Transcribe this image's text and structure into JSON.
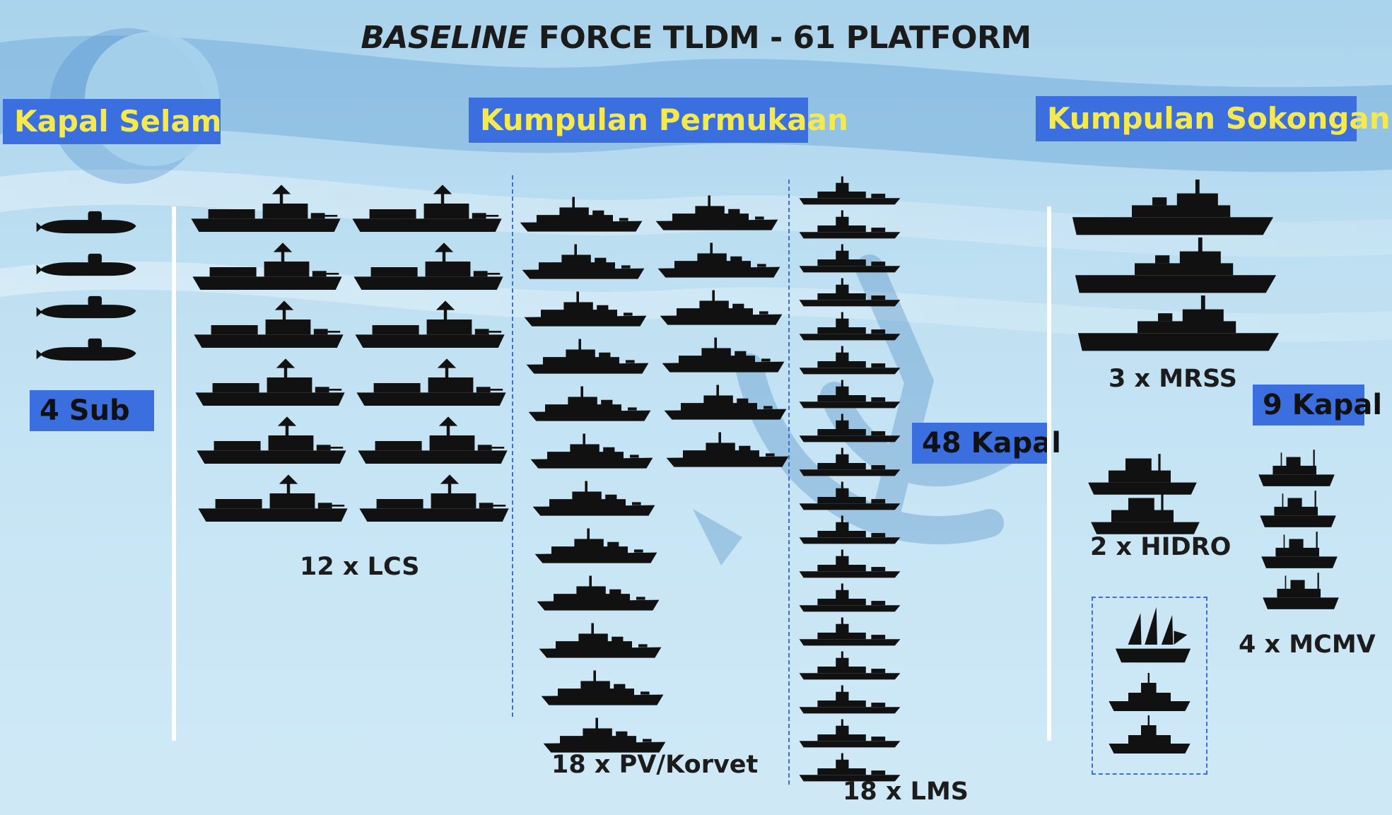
{
  "title": {
    "italic": "BASELINE",
    "rest": " FORCE TLDM - 61 PLATFORM"
  },
  "headers": {
    "kapal_selam": "Kapal Selam",
    "kumpulan_permukaan": "Kumpulan Permukaan",
    "kumpulan_sokongan": "Kumpulan Sokongan"
  },
  "badges": {
    "sub": "4 Sub",
    "permukaan_total": "48 Kapal",
    "sokongan_total": "9 Kapal"
  },
  "groups": {
    "lcs": "12 x LCS",
    "pv": "18 x PV/Korvet",
    "lms": "18 x LMS",
    "mrss": "3 x MRSS",
    "hidro": "2 x HIDRO",
    "mcmv": "4 x MCMV"
  },
  "counts": {
    "submarines": 4,
    "lcs": 12,
    "pv": 18,
    "lms": 18,
    "mrss": 3,
    "hidro": 2,
    "mcmv": 4,
    "other_support": 3
  },
  "colors": {
    "header_bg": "#3b6fe0",
    "header_text": "#f6e94b",
    "ship": "#111111",
    "background": "#bfe0f2"
  }
}
